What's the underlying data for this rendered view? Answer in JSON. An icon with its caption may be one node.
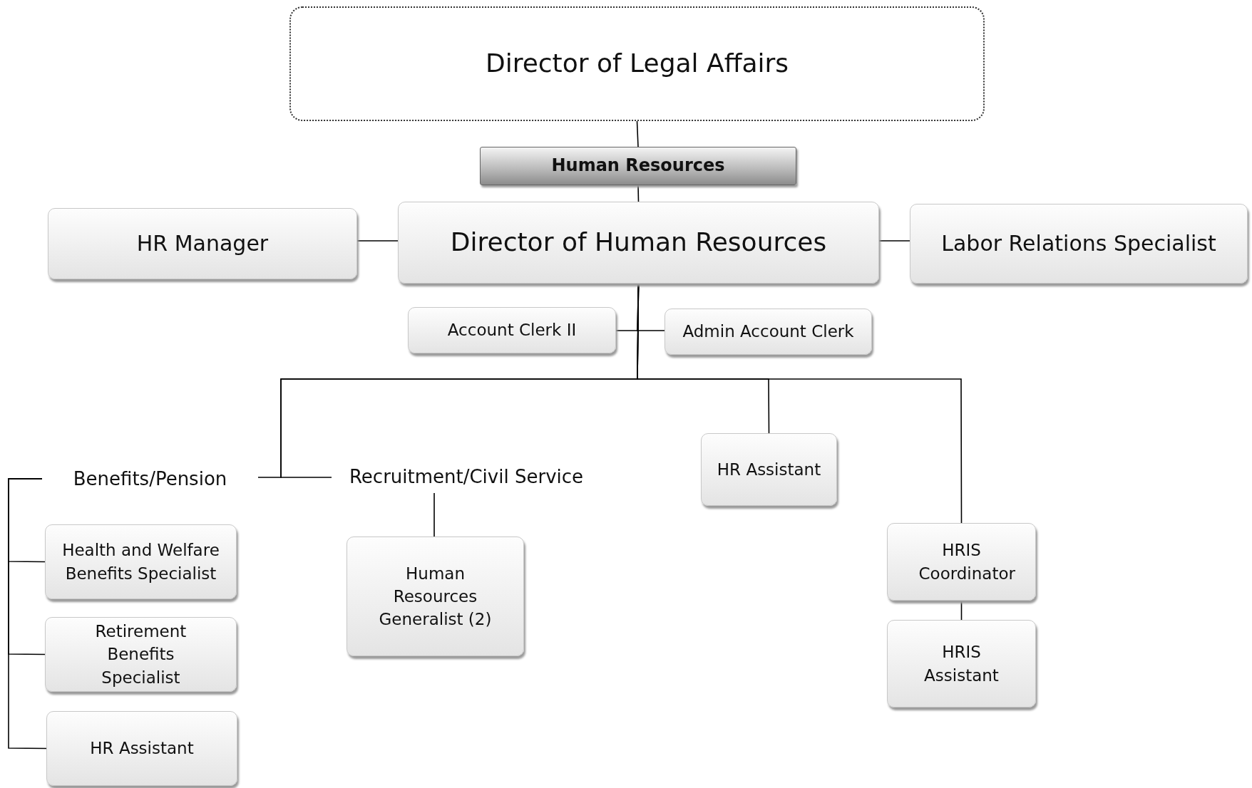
{
  "diagram": {
    "nodes": [
      {
        "text": [
          "Director of Legal Affairs"
        ]
      },
      {
        "text": [
          "Human Resources"
        ]
      },
      {
        "text": [
          "HR Manager"
        ]
      },
      {
        "text": [
          "Director of Human Resources"
        ]
      },
      {
        "text": [
          "Labor Relations Specialist"
        ]
      },
      {
        "text": [
          "Account Clerk II"
        ]
      },
      {
        "text": [
          "Admin Account Clerk"
        ]
      },
      {
        "text": [
          "Benefits/Pension"
        ]
      },
      {
        "text": [
          "Recruitment/Civil Service"
        ]
      },
      {
        "text": [
          "HR Assistant"
        ]
      },
      {
        "text": [
          "Health and Welfare Benefits Specialist"
        ]
      },
      {
        "text": [
          "Human Resources Generalist (2)"
        ]
      },
      {
        "text": [
          "HRIS Coordinator"
        ]
      },
      {
        "text": [
          "Retirement Benefits Specialist"
        ]
      },
      {
        "text": [
          "HRIS Assistant"
        ]
      },
      {
        "text": [
          "HR Assistant"
        ]
      }
    ],
    "edges": [
      {
        "from": 0,
        "to": 1,
        "arrow": "none"
      },
      {
        "from": 1,
        "to": 3,
        "arrow": "none"
      },
      {
        "from": 3,
        "to": 2,
        "arrow": "none"
      },
      {
        "from": 3,
        "to": 4,
        "arrow": "none"
      },
      {
        "from": 3,
        "to": 5,
        "arrow": "none"
      },
      {
        "from": 3,
        "to": 6,
        "arrow": "none"
      },
      {
        "from": 3,
        "to": 7,
        "arrow": "none"
      },
      {
        "from": 3,
        "to": 8,
        "arrow": "none"
      },
      {
        "from": 3,
        "to": 9,
        "arrow": "none"
      },
      {
        "from": 3,
        "to": 12,
        "arrow": "none"
      },
      {
        "from": 7,
        "to": 10,
        "arrow": "none"
      },
      {
        "from": 7,
        "to": 13,
        "arrow": "none"
      },
      {
        "from": 7,
        "to": 15,
        "arrow": "none"
      },
      {
        "from": 8,
        "to": 11,
        "arrow": "none"
      },
      {
        "from": 12,
        "to": 14,
        "arrow": "none"
      }
    ]
  }
}
